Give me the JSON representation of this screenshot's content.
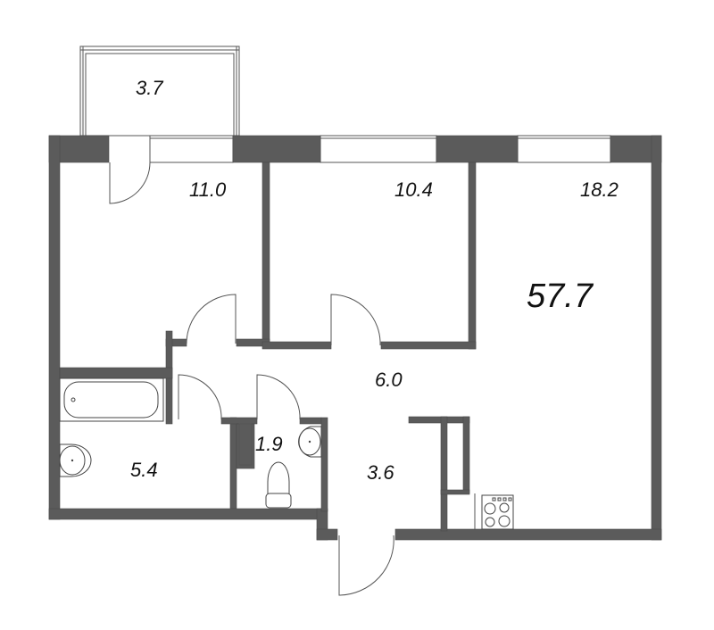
{
  "plan": {
    "total_area": "57.7",
    "rooms": [
      {
        "id": "balcony",
        "area": "3.7"
      },
      {
        "id": "bedroom-1",
        "area": "11.0"
      },
      {
        "id": "bedroom-2",
        "area": "10.4"
      },
      {
        "id": "living-kitchen",
        "area": "18.2"
      },
      {
        "id": "hallway",
        "area": "6.0"
      },
      {
        "id": "bathroom",
        "area": "5.4"
      },
      {
        "id": "toilet",
        "area": "1.9"
      },
      {
        "id": "entry",
        "area": "3.6"
      }
    ],
    "colors": {
      "wall": "#5b5b5b",
      "background": "#ffffff",
      "line": "#555555"
    },
    "fixtures": [
      "bathtub-icon",
      "sink-icon",
      "sink-icon",
      "toilet-icon",
      "stove-icon"
    ]
  }
}
